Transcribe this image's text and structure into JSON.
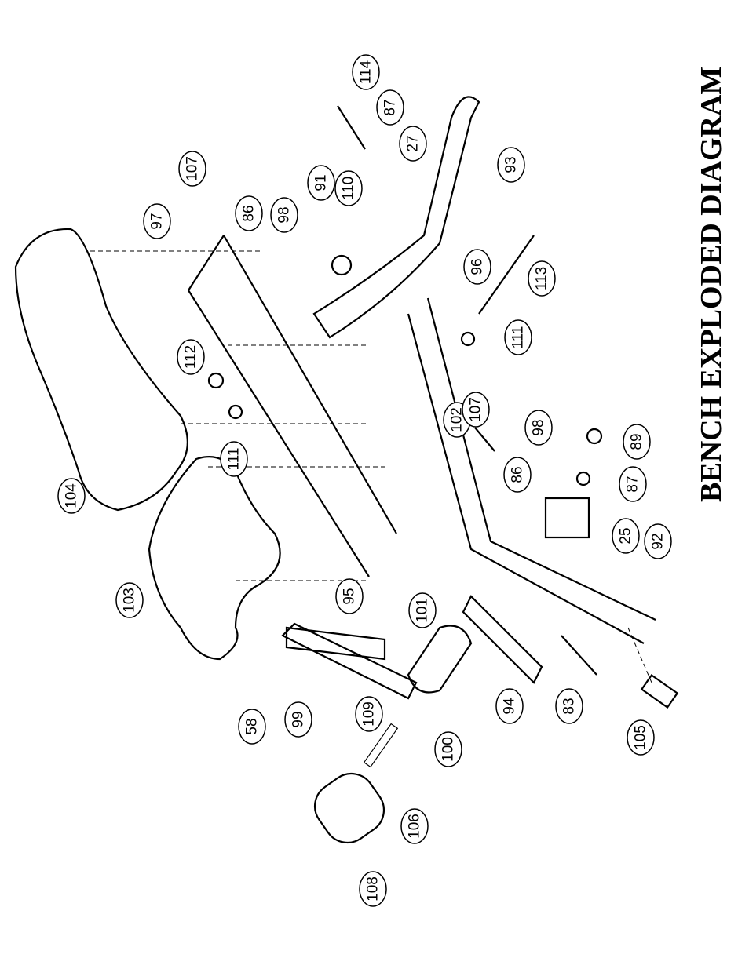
{
  "title": "BENCH EXPLODED DIAGRAM",
  "part_labels": [
    "114",
    "87",
    "27",
    "93",
    "107",
    "97",
    "86",
    "98",
    "91",
    "110",
    "96",
    "113",
    "111",
    "112",
    "111",
    "102",
    "107",
    "98",
    "86",
    "89",
    "87",
    "25",
    "92",
    "104",
    "103",
    "95",
    "101",
    "58",
    "99",
    "109",
    "94",
    "83",
    "105",
    "100",
    "106",
    "108"
  ]
}
